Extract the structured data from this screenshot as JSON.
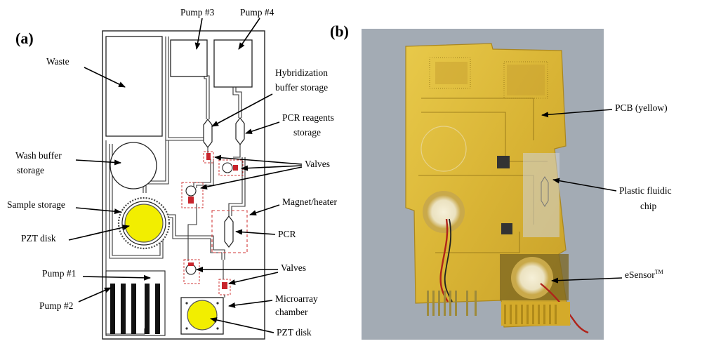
{
  "panels": {
    "a": "(a)",
    "b": "(b)"
  },
  "labels_a": {
    "pump3": "Pump #3",
    "pump4": "Pump #4",
    "waste": "Waste",
    "hyb_line1": "Hybridization",
    "hyb_line2": "buffer storage",
    "pcr_reag_line1": "PCR reagents",
    "pcr_reag_line2": "storage",
    "wash_line1": "Wash buffer",
    "wash_line2": "storage",
    "valves_top": "Valves",
    "sample": "Sample storage",
    "magnet": "Magnet/heater",
    "pzt_top": "PZT disk",
    "pcr": "PCR",
    "pump1": "Pump #1",
    "valves_bottom": "Valves",
    "pump2": "Pump #2",
    "micro_line1": "Microarray",
    "micro_line2": "chamber",
    "pzt_bottom": "PZT disk"
  },
  "labels_b": {
    "pcb": "PCB (yellow)",
    "plastic_line1": "Plastic fluidic",
    "plastic_line2": "chip",
    "esensor": "eSensor",
    "esensor_tm": "TM"
  },
  "colors": {
    "pzt_yellow": "#f2ee00",
    "valve_red": "#c8242c",
    "dashed_box": "#d23a3a",
    "pcb_yellow": "#d6b43a",
    "photo_bg": "#9aa3ad"
  }
}
